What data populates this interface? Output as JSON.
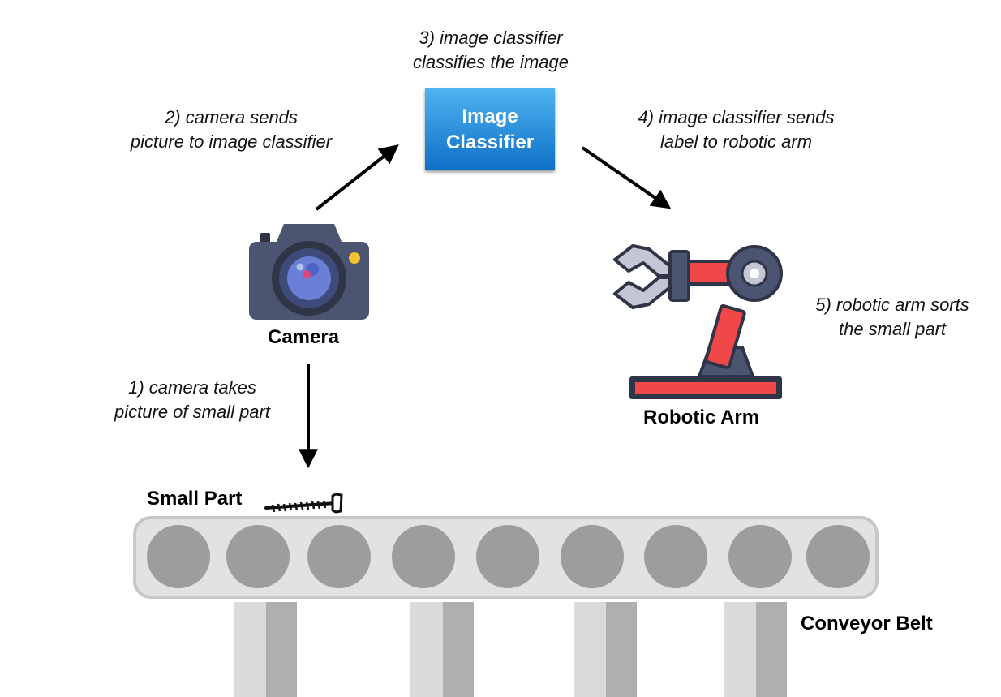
{
  "steps": {
    "step1": [
      "1) camera takes",
      "picture of small part"
    ],
    "step2": [
      "2) camera sends",
      "picture to image classifier"
    ],
    "step3": [
      "3) image classifier",
      "classifies the image"
    ],
    "step4": [
      "4) image classifier sends",
      "label to robotic arm"
    ],
    "step5": [
      "5) robotic arm sorts",
      "the small part"
    ]
  },
  "labels": {
    "camera": "Camera",
    "robotic_arm": "Robotic Arm",
    "small_part": "Small Part",
    "conveyor_belt": "Conveyor Belt",
    "classifier": [
      "Image",
      "Classifier"
    ]
  },
  "icons": {
    "camera": "camera-icon",
    "robotic_arm": "robotic-arm-icon",
    "small_part": "screw-icon",
    "conveyor": "conveyor-belt-illustration"
  },
  "colors": {
    "classifier_top": "#4fb3f0",
    "classifier_bottom": "#0f6fc6",
    "arm_red": "#f04848",
    "arm_slate": "#4b5470",
    "belt_frame": "#d9dadc",
    "roller": "#9b9d9f"
  }
}
